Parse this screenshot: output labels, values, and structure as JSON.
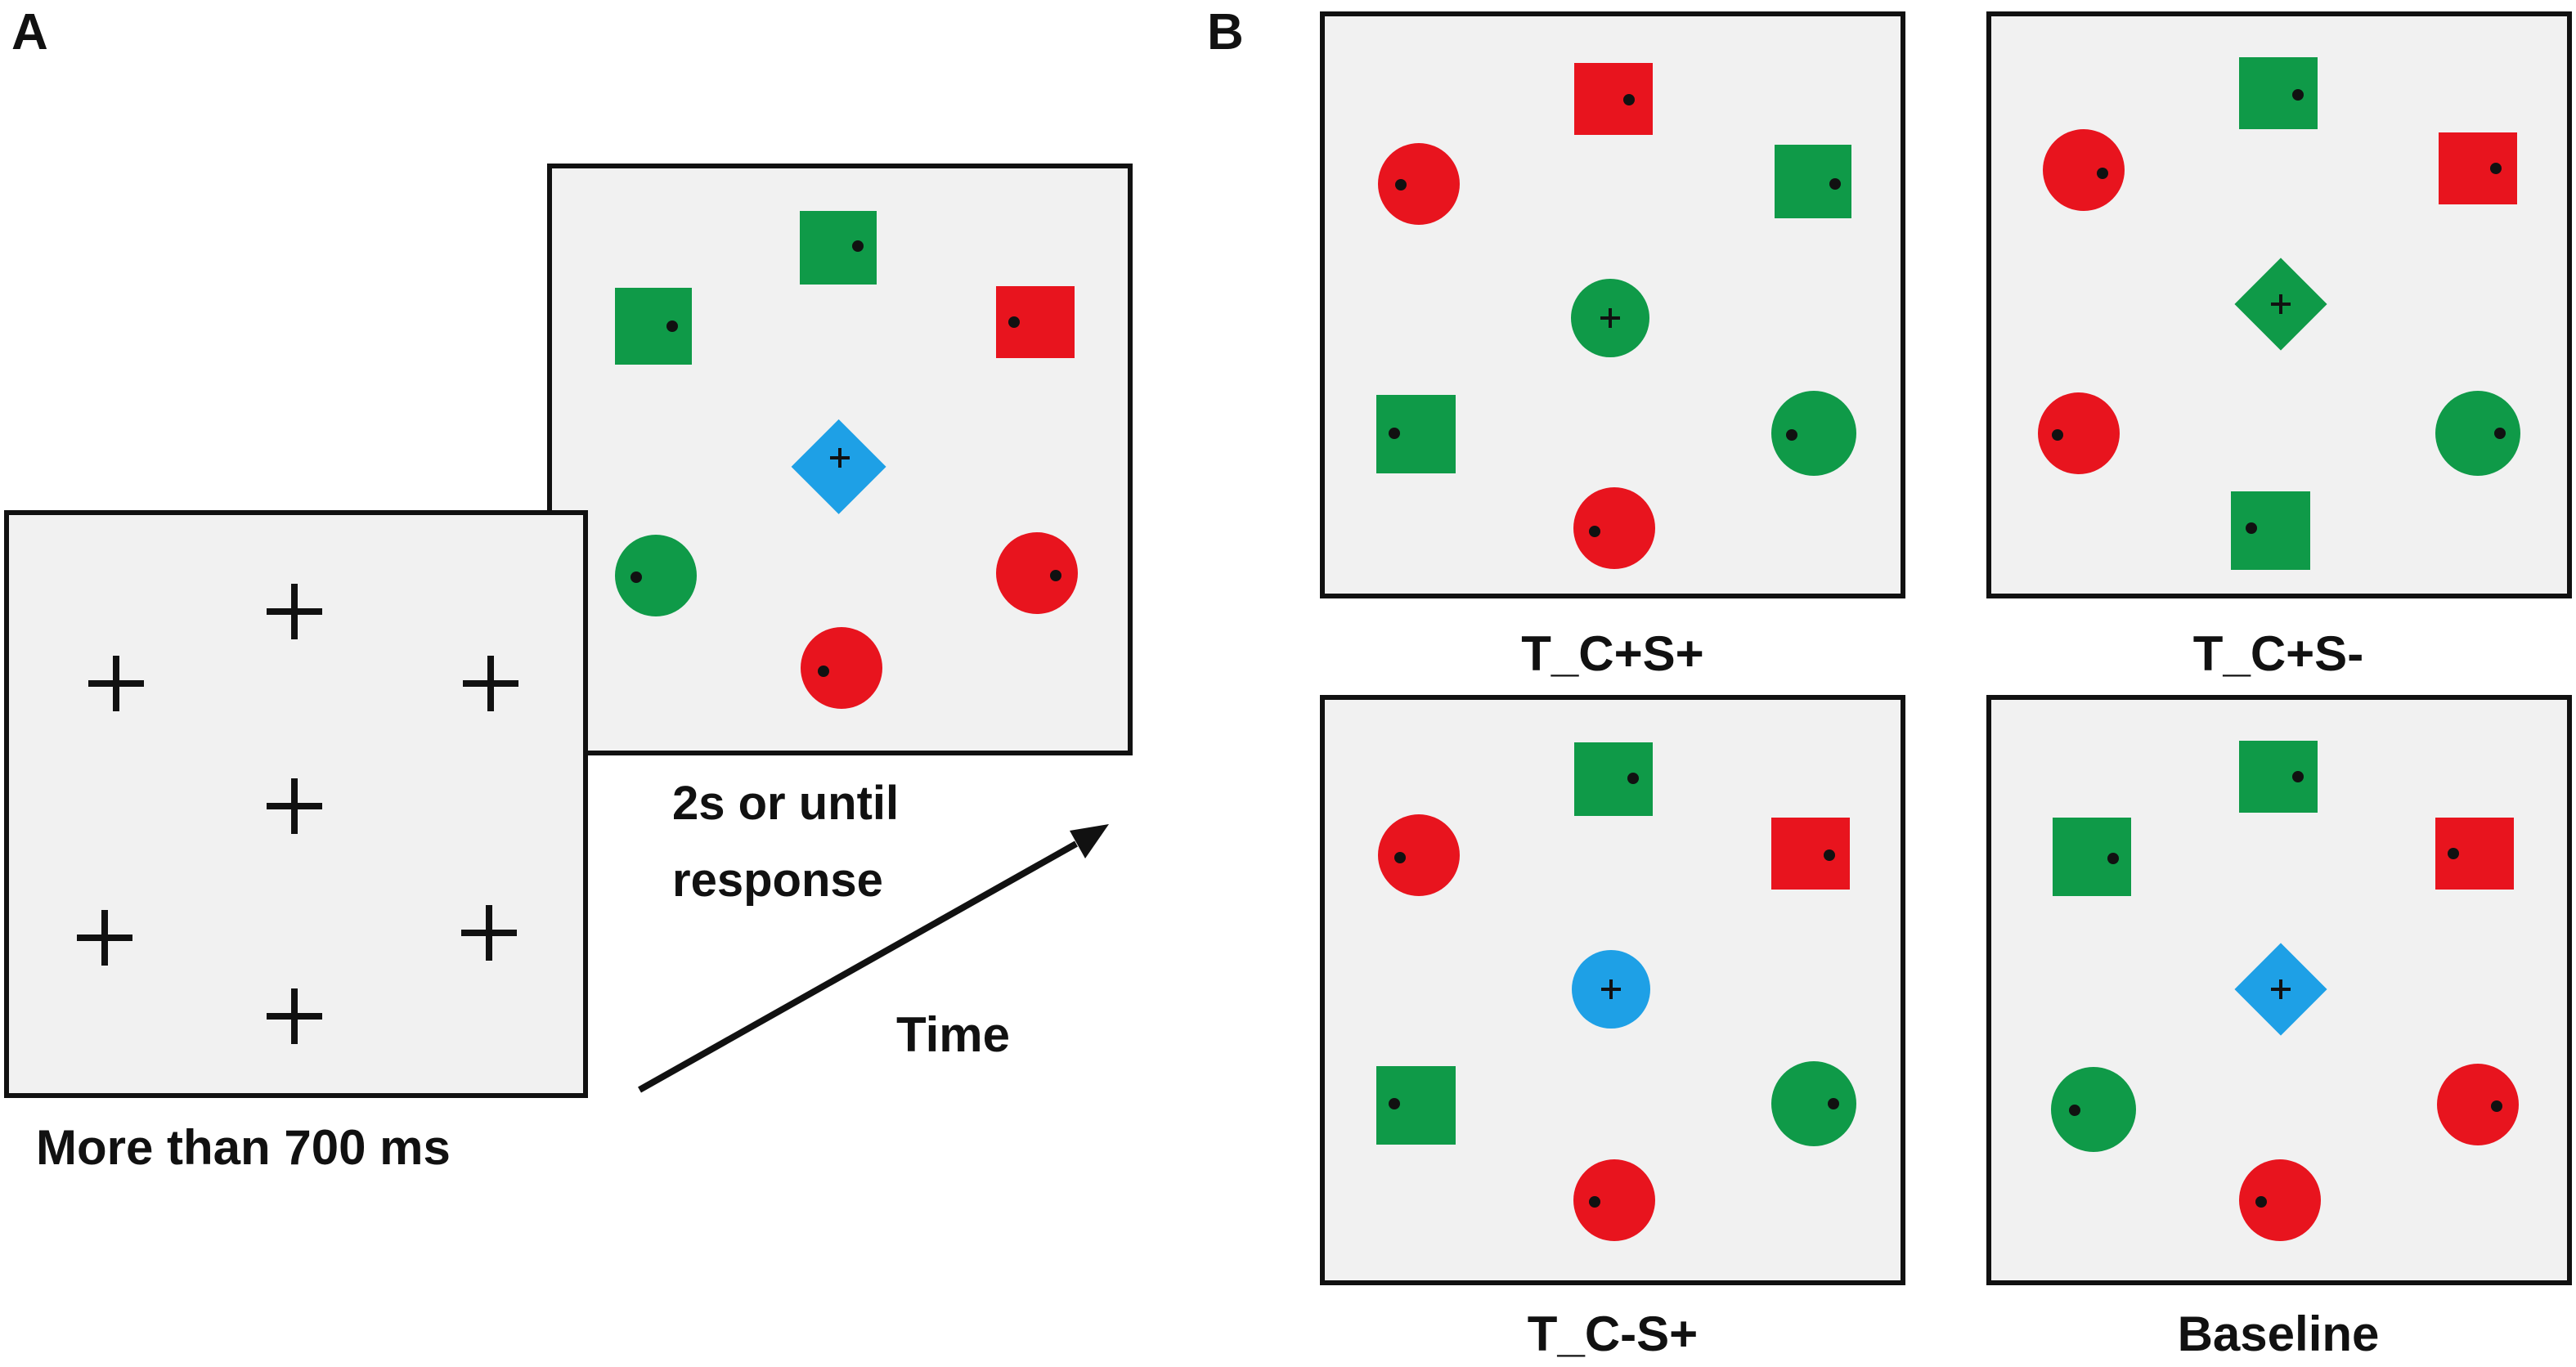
{
  "panel_labels": {
    "a": "A",
    "b": "B"
  },
  "panel_a": {
    "fixation_caption": "More than 700 ms",
    "search_caption_line1": "2s or until",
    "search_caption_line2": "response",
    "time_label": "Time"
  },
  "panel_b": {
    "conditions": [
      {
        "name": "T_C+S+"
      },
      {
        "name": "T_C+S-"
      },
      {
        "name": "T_C-S+"
      },
      {
        "name": "Baseline"
      }
    ]
  },
  "colors": {
    "red": "#e8141e",
    "green": "#0f9a48",
    "blue": "#1ea0e6",
    "frame_fill": "#f1f1f1",
    "frame_border": "#111111",
    "ink": "#111111"
  }
}
